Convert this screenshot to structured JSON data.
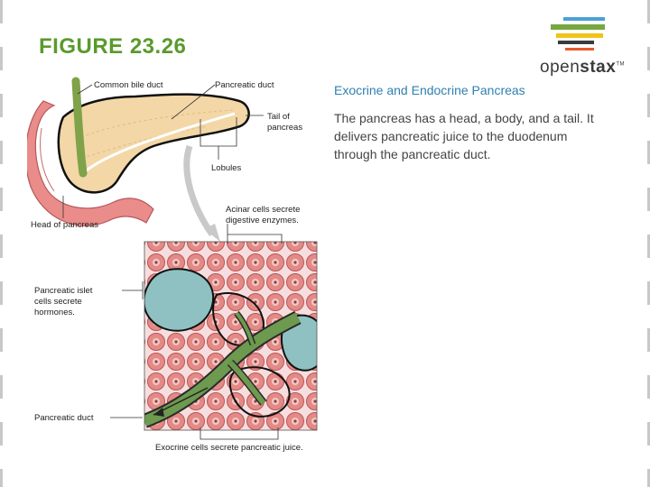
{
  "slide": {
    "title": "FIGURE 23.26",
    "caption_title": "Exocrine and Endocrine Pancreas",
    "caption_body": "The pancreas has a head, a body, and a tail. It delivers pancreatic juice to the duodenum through the pancreatic duct."
  },
  "logo": {
    "text_light": "open",
    "text_bold": "stax",
    "tm": "TM",
    "bar_colors": [
      "#4aa2d4",
      "#78a740",
      "#f0c419",
      "#3a3a3a",
      "#e65a2a"
    ]
  },
  "figure": {
    "labels": {
      "common_bile_duct": "Common bile duct",
      "pancreatic_duct_top": "Pancreatic duct",
      "tail": [
        "Tail of",
        "pancreas"
      ],
      "lobules": "Lobules",
      "head": "Head of pancreas",
      "acinar": [
        "Acinar cells secrete",
        "digestive enzymes."
      ],
      "islet": [
        "Pancreatic islet",
        "cells secrete",
        "hormones."
      ],
      "pancreatic_duct_bottom": "Pancreatic duct",
      "exocrine": "Exocrine cells secrete pancreatic juice."
    },
    "colors": {
      "pancreas": "#f3d7a6",
      "duodenum": "#e98c8a",
      "bile_duct": "#7fa24a",
      "acinar": "#e48a86",
      "islet": "#8fc1c2",
      "duct": "#6d9a4e",
      "tissue_bg": "#f7dede"
    }
  }
}
